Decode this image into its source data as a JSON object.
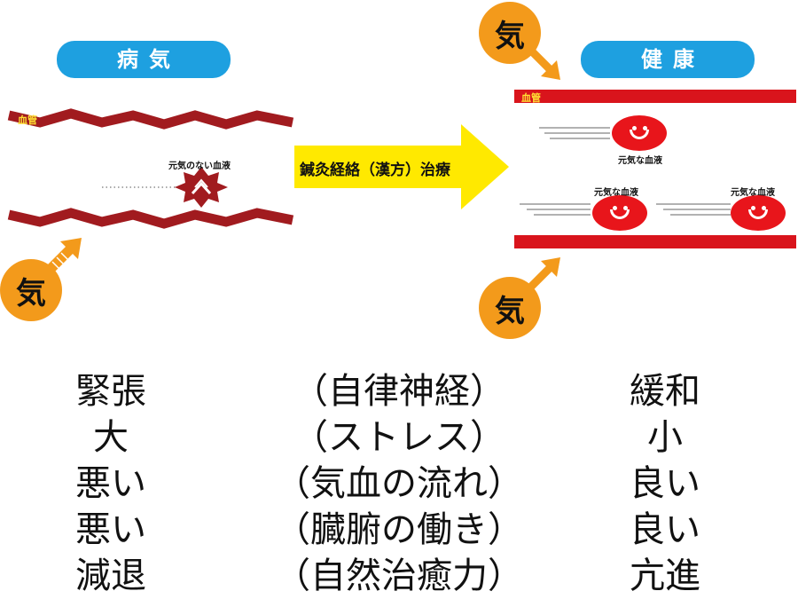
{
  "left_panel": {
    "title": "病気",
    "vessel_label": "血管",
    "blood_label": "元気のない血液",
    "ki": "気"
  },
  "arrow": {
    "label": "鍼灸経絡（漢方）治療"
  },
  "right_panel": {
    "title": "健康",
    "vessel_label": "血管",
    "blood_label_1": "元気な血液",
    "blood_label_2": "元気な血液",
    "blood_label_3": "元気な血液",
    "ki_top": "気",
    "ki_bottom": "気"
  },
  "comparison": {
    "left": [
      "緊張",
      "大",
      "悪い",
      "悪い",
      "減退"
    ],
    "middle": [
      "（自律神経）",
      "（ストレス）",
      "（気血の流れ）",
      "（臓腑の働き）",
      "（自然治癒力）"
    ],
    "right": [
      "緩和",
      "小",
      "良い",
      "良い",
      "亢進"
    ]
  },
  "colors": {
    "pill_blue": "#1ea0e0",
    "vessel_dark_red": "#a11b1f",
    "vessel_red": "#d9141c",
    "ki_orange": "#f39a1b",
    "arrow_yellow": "#ffe900",
    "cell_red": "#e8151b"
  }
}
